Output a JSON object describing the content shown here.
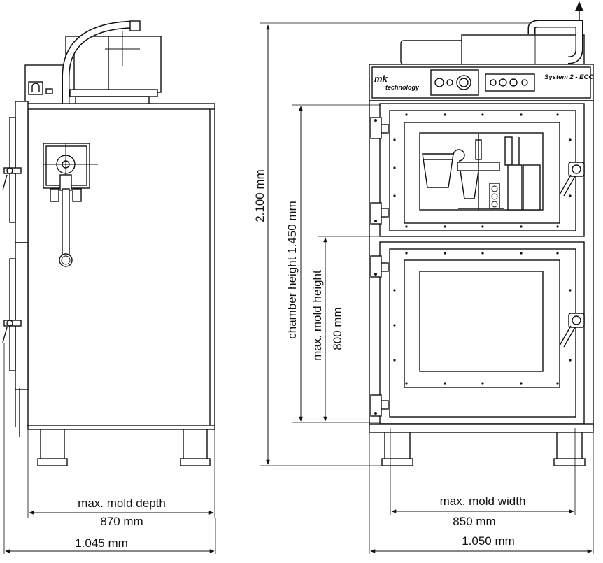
{
  "logo": {
    "mk": "mk",
    "technology": "technology"
  },
  "model_label": "System 2  - ECO",
  "dimensions": {
    "mold_depth_label": "max. mold depth",
    "mold_depth_value": "870 mm",
    "total_depth": "1.045 mm",
    "mold_width_label": "max. mold width",
    "mold_width_value": "850 mm",
    "total_width": "1.050 mm",
    "total_height": "2.100 mm",
    "chamber_height": "chamber height 1.450 mm",
    "mold_height_label": "max. mold height",
    "mold_height_value": "800 mm"
  }
}
